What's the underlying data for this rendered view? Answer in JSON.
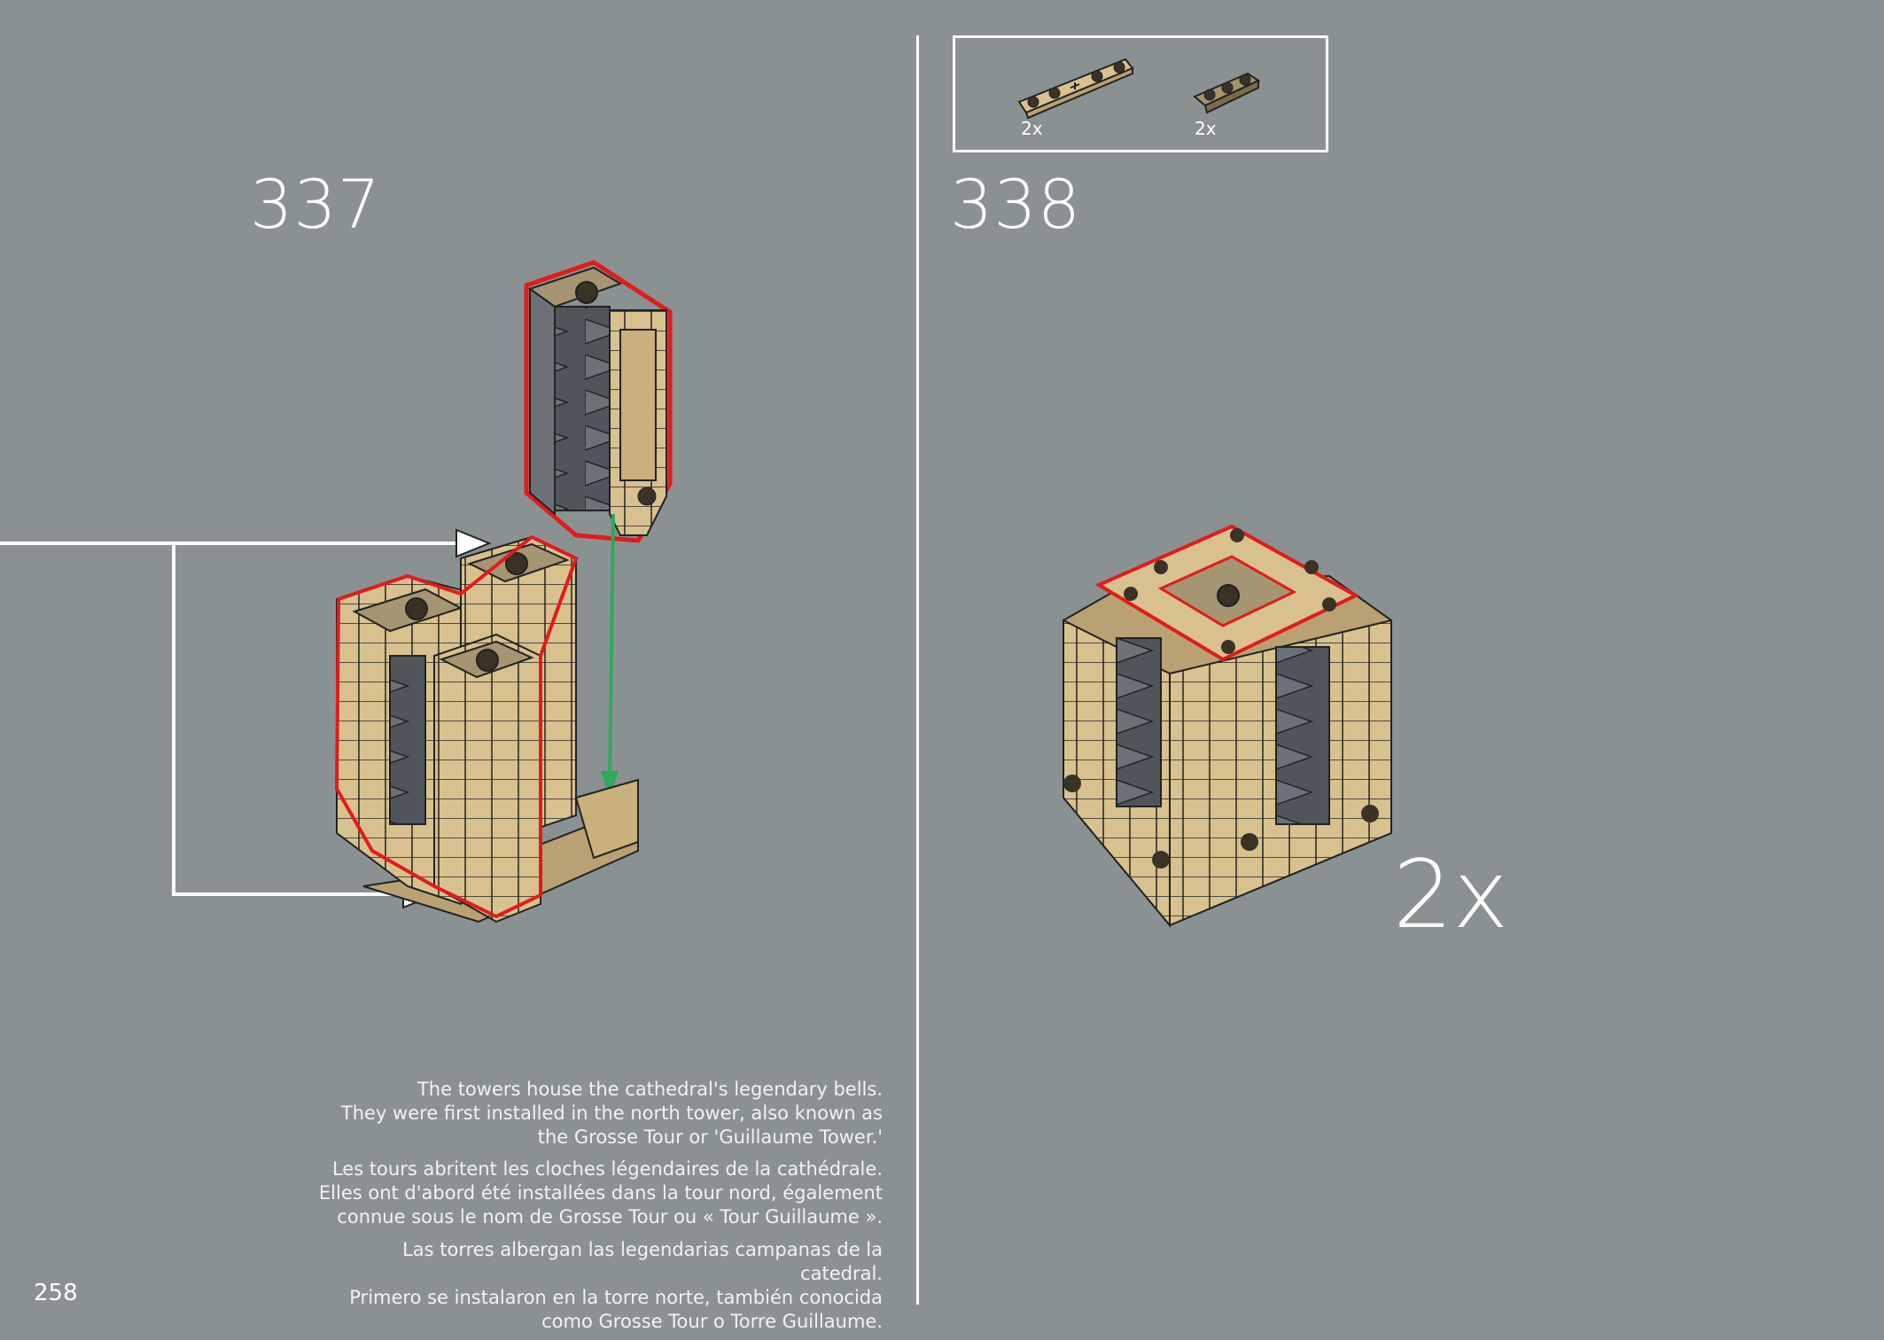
{
  "page_number": "258",
  "steps": [
    {
      "number": "337"
    },
    {
      "number": "338",
      "multiplier": "2x"
    }
  ],
  "parts_box": {
    "parts": [
      {
        "name": "tan-plate-1x4-with-bars",
        "quantity": "2x"
      },
      {
        "name": "dark-tan-plate-1x3-rounded",
        "quantity": "2x"
      }
    ]
  },
  "info_text": {
    "en": [
      "The towers house the cathedral's legendary bells.",
      "They were first installed in the north tower, also known as",
      "the Grosse Tour or 'Guillaume Tower.'"
    ],
    "fr": [
      "Les tours abritent les cloches légendaires de la cathédrale.",
      "Elles ont d'abord été installées dans la tour nord, également",
      "connue sous le nom de Grosse Tour ou « Tour Guillaume »."
    ],
    "es": [
      "Las torres albergan las legendarias campanas de la catedral.",
      "Primero se instalaron en la torre norte, también conocida",
      "como Grosse Tour o Torre Guillaume."
    ]
  },
  "colors": {
    "background": "#8a9193",
    "tan": "#d8c18f",
    "dark_tan": "#8a7858",
    "highlight": "#e21b1b",
    "arrow_green": "#2fa85a"
  }
}
